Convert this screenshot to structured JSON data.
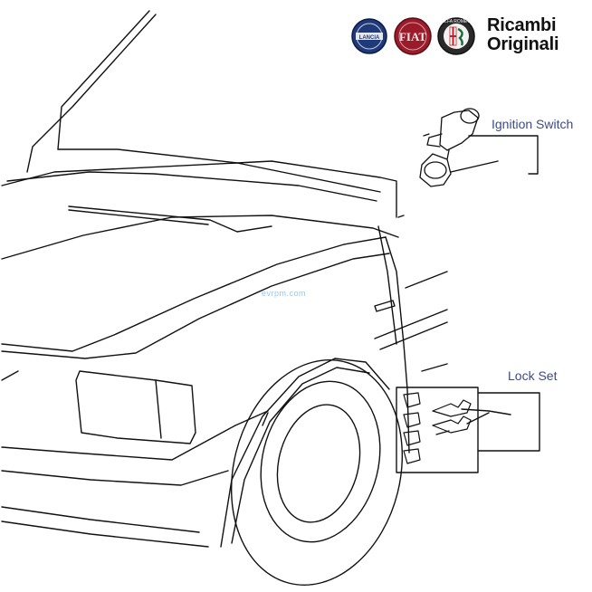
{
  "brand": {
    "logos": [
      {
        "name": "lancia-logo",
        "text": "LANCIA",
        "color": "#1f3a7a"
      },
      {
        "name": "fiat-logo",
        "text": "FIAT",
        "color": "#9b1b2a"
      },
      {
        "name": "alfa-romeo-logo",
        "text": "ALFA ROMEO",
        "color": "#1c6b3a"
      }
    ],
    "title_line1": "Ricambi",
    "title_line2": "Originali"
  },
  "callouts": {
    "ignition_switch": "Ignition Switch",
    "lock_set": "Lock Set",
    "label_color": "#3a4a8c"
  },
  "watermark": "evrpm.com",
  "line_color": "#111111"
}
